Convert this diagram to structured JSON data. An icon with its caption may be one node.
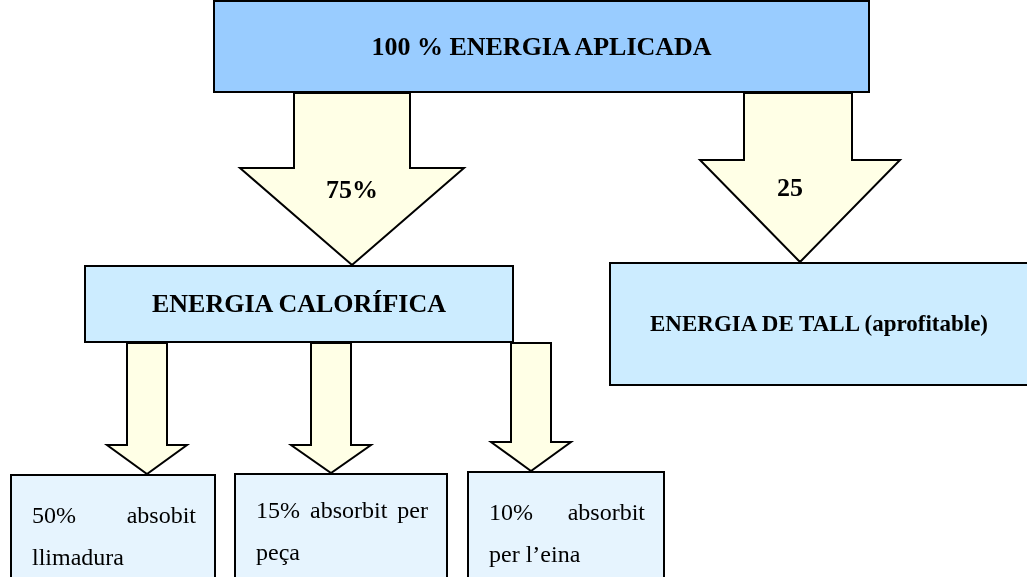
{
  "diagram": {
    "nodes": [
      {
        "text": [
          "100 % ENERGIA APLICADA"
        ]
      },
      {
        "text": [
          "ENERGIA CALORÍFICA"
        ]
      },
      {
        "text": [
          "ENERGIA DE TALL (aprofitable)"
        ]
      },
      {
        "text": [
          "50% absobit llimadura"
        ]
      },
      {
        "text": [
          "15% absorbit per peça"
        ]
      },
      {
        "text": [
          "10% absorbit per l’eina"
        ]
      }
    ],
    "edges": [
      {
        "from": 0,
        "to": 1,
        "arrow": "to",
        "label": "75%",
        "style": "thick"
      },
      {
        "from": 0,
        "to": 2,
        "arrow": "to",
        "label": "25",
        "style": "thick"
      },
      {
        "from": 1,
        "to": 3,
        "arrow": "to",
        "style": "thick"
      },
      {
        "from": 1,
        "to": 4,
        "arrow": "to",
        "style": "thick"
      },
      {
        "from": 1,
        "to": 5,
        "arrow": "to",
        "style": "thick"
      }
    ]
  }
}
